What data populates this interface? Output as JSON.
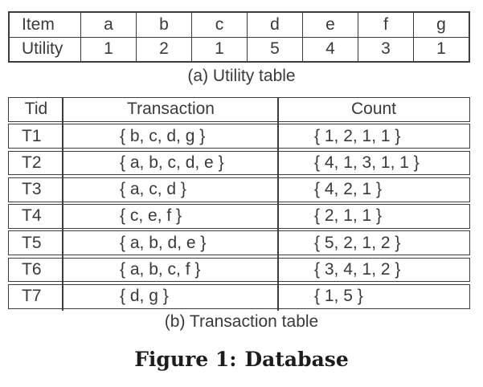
{
  "figure": {
    "utility_table": {
      "caption": "(a) Utility table",
      "rows": [
        {
          "label": "Item",
          "values": [
            "a",
            "b",
            "c",
            "d",
            "e",
            "f",
            "g"
          ]
        },
        {
          "label": "Utility",
          "values": [
            "1",
            "2",
            "1",
            "5",
            "4",
            "3",
            "1"
          ]
        }
      ]
    },
    "transaction_table": {
      "caption": "(b) Transaction table",
      "headers": [
        "Tid",
        "Transaction",
        "Count"
      ],
      "rows": [
        {
          "tid": "T1",
          "transaction": "{ b, c, d, g }",
          "count": "{ 1, 2, 1, 1 }"
        },
        {
          "tid": "T2",
          "transaction": "{ a, b, c, d, e }",
          "count": "{ 4, 1, 3, 1, 1 }"
        },
        {
          "tid": "T3",
          "transaction": "{ a, c, d }",
          "count": "{ 4, 2, 1 }"
        },
        {
          "tid": "T4",
          "transaction": "{ c, e, f }",
          "count": "{ 2, 1, 1 }"
        },
        {
          "tid": "T5",
          "transaction": "{ a, b, d, e }",
          "count": "{ 5, 2, 1, 2 }"
        },
        {
          "tid": "T6",
          "transaction": "{ a, b, c, f }",
          "count": "{ 3, 4, 1, 2 }"
        },
        {
          "tid": "T7",
          "transaction": "{ d, g }",
          "count": "{ 1, 5 }"
        }
      ]
    },
    "caption": {
      "label": "Figure 1:",
      "title": "Database"
    }
  },
  "colors": {
    "border": "#3c3c3c",
    "text": "#3a3a3a",
    "caption_text": "#1d1d1d",
    "background": "#ffffff"
  }
}
